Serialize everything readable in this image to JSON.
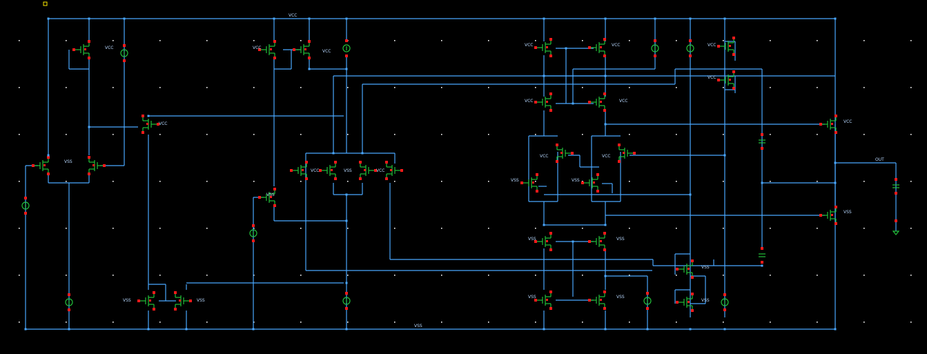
{
  "schematic": {
    "rails": {
      "top": "VCC",
      "bottom": "VSS"
    },
    "output": "OUT",
    "labels": {
      "vcc": "VCC",
      "vss": "VSS"
    },
    "colors": {
      "background": "#000000",
      "wire": "#4aa8ff",
      "device": "#22c03a",
      "pin": "#ff1a1a",
      "grid": "#ffffff",
      "marker": "#ffee00"
    }
  }
}
